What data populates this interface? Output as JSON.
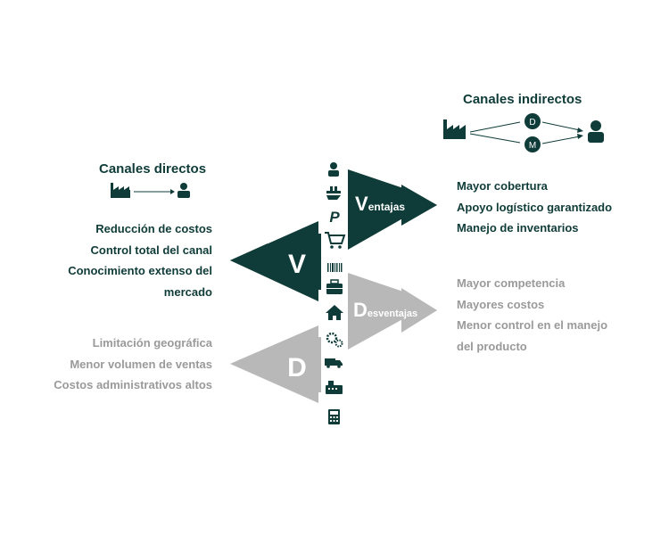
{
  "diagram": {
    "direct": {
      "title": "Canales directos"
    },
    "indirect": {
      "title": "Canales indirectos",
      "node_d": "D",
      "node_m": "M"
    },
    "ventajas": {
      "letter": "V",
      "label": "Ventajas",
      "label_initial": "V",
      "label_rest": "entajas"
    },
    "desventajas": {
      "letter": "D",
      "label": "Desventajas",
      "label_initial": "D",
      "label_rest": "esventajas"
    },
    "direct_advantages": [
      "Reducción de costos",
      "Control total del canal",
      "Conocimiento extenso del",
      "mercado"
    ],
    "direct_disadvantages": [
      "Limitación geográfica",
      "Menor volumen de ventas",
      "Costos administrativos altos"
    ],
    "indirect_advantages": [
      "Mayor cobertura",
      "Apoyo logístico garantizado",
      "Manejo de inventarios"
    ],
    "indirect_disadvantages": [
      "Mayor competencia",
      "Mayores costos",
      "Menor control en el manejo",
      "del producto"
    ],
    "center_icons": [
      "person-icon",
      "hand-money-icon",
      "pinterest-icon",
      "cart-icon",
      "barcode-icon",
      "briefcase-icon",
      "house-icon",
      "gears-icon",
      "truck-icon",
      "cash-register-icon",
      "calculator-icon"
    ],
    "colors": {
      "dark_green": "#0f3c38",
      "gray": "#b8b8b8",
      "gray_text": "#9a9a9a"
    }
  }
}
